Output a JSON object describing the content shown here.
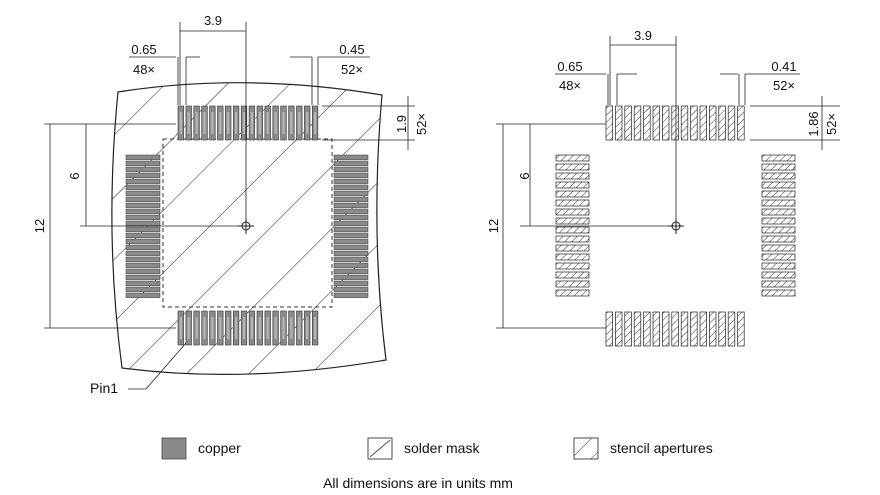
{
  "left_view": {
    "pitch_label": "3.9",
    "pad_width_label": "0.65",
    "pad_width_count": "48×",
    "pad_gap_label": "0.45",
    "pad_gap_count": "52×",
    "pad_length_label": "1.9",
    "pad_length_count": "52×",
    "center_offset_label": "6",
    "span_label": "12",
    "pin1_label": "Pin1"
  },
  "right_view": {
    "pitch_label": "3.9",
    "pad_width_label": "0.65",
    "pad_width_count": "48×",
    "pad_gap_label": "0.41",
    "pad_gap_count": "52×",
    "pad_length_label": "1.86",
    "pad_length_count": "52×",
    "center_offset_label": "6",
    "span_label": "12"
  },
  "legend": [
    {
      "label": "copper",
      "color": "#8a8a8a"
    },
    {
      "label": "solder mask",
      "color": "#ffffff"
    },
    {
      "label": "stencil apertures",
      "color": "#ffffff"
    }
  ],
  "footer_note": "All dimensions are in units mm"
}
